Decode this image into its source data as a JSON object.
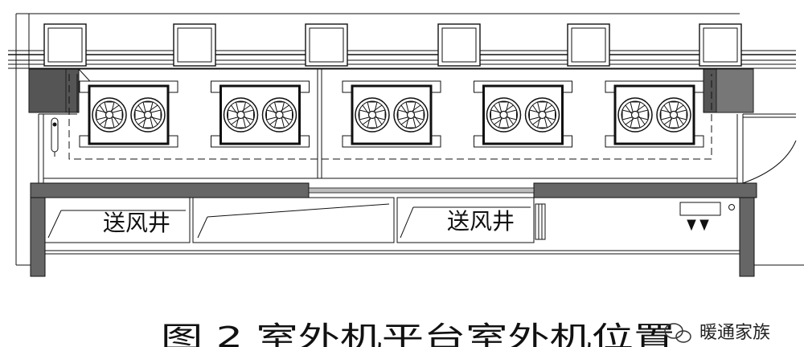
{
  "labels": {
    "shaft_left": "送风井",
    "shaft_right": "送风井"
  },
  "caption": "图 2 室外机平台室外机位置",
  "watermark": "暖通家族",
  "outdoor_unit_count": 5,
  "fans_per_unit": 2,
  "colors": {
    "line": "#111111",
    "wall": "#555555",
    "wall_light": "#8a8a8a",
    "background": "#ffffff"
  }
}
